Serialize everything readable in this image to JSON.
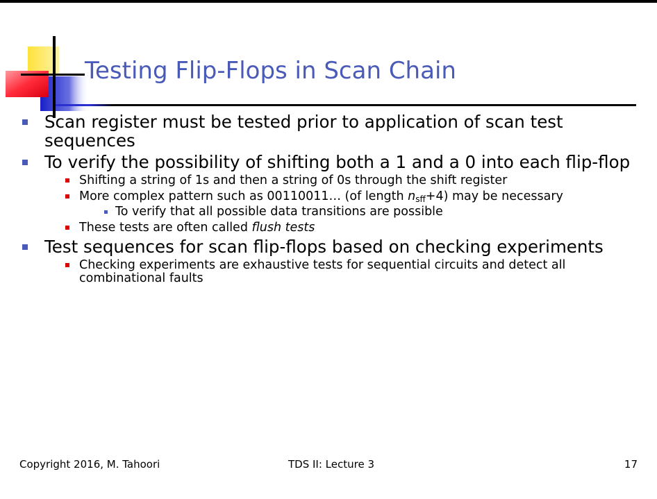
{
  "title": "Testing Flip-Flops in Scan Chain",
  "bullets": {
    "b1": "Scan register must be tested prior to application of scan test sequences",
    "b2": "To verify the possibility of shifting both a 1 and a 0 into each flip-flop",
    "b2_1": "Shifting a string of 1s and then a string of 0s through the shift register",
    "b2_2_before": "More complex pattern such as 00110011… (of length ",
    "b2_2_var": "n",
    "b2_2_sub": "sff",
    "b2_2_after": "+4) may be necessary",
    "b2_2_1": "To verify that all possible data transitions are possible",
    "b2_3_before": "These tests are often called ",
    "b2_3_em": "flush tests",
    "b3": "Test sequences for scan flip-flops based on checking experiments",
    "b3_1": "Checking experiments are exhaustive tests for sequential circuits and detect all combinational faults"
  },
  "footer": {
    "copyright": "Copyright 2016, M. Tahoori",
    "course": "TDS II: Lecture 3",
    "page": "17"
  },
  "colors": {
    "title": "#4a5ab8",
    "bullet_level1": "#4a5ab8",
    "bullet_level2": "#dd0000"
  }
}
